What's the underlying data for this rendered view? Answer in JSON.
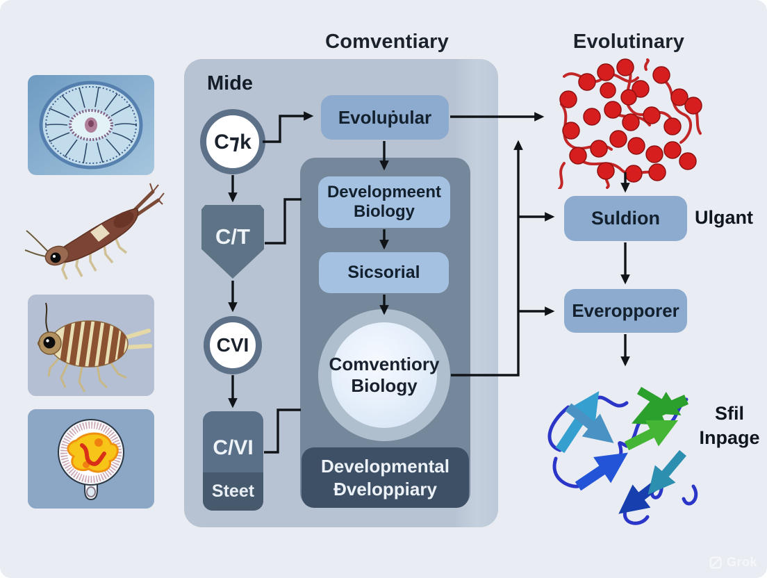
{
  "header": {
    "left_title": "Comventiary",
    "right_title": "Evolutinary"
  },
  "panel": {
    "mide_label": "Mide",
    "nodes": {
      "c1k": "C⁊k",
      "ct": "C/T",
      "cvi": "CVI",
      "cvi2": "C/VI",
      "steet": "Steet",
      "evolupular": "Evoluṗular",
      "devbio_line1": "Developmeent",
      "devbio_line2": "Biology",
      "sicsorial": "Sicsorial",
      "conv_line1": "Comventiory",
      "conv_line2": "Biology",
      "bottom_line1": "Developmental",
      "bottom_line2": "Ðveloppiary"
    }
  },
  "right_column": {
    "suldion": "Suldion",
    "ulgant": "Ulgant",
    "everopporer": "Everopporer",
    "sfil_line1": "Sfil",
    "sfil_line2": "Inpage"
  },
  "illustrations": {
    "medusa": "medusa-cross-section-illustration",
    "larva": "shrimp-larva-illustration",
    "striped_bug": "striped-insect-illustration",
    "embryo": "embryo-flask-illustration",
    "molecule": "red-bead-polymer-structure",
    "protein": "protein-ribbon-structure"
  },
  "watermark": {
    "label": "Grok"
  },
  "colors": {
    "page_bg": "#e9edf3",
    "main_panel": "#b7c3d2",
    "inner_panel": "#75879a",
    "box_light": "#a4c1e1",
    "box_mid": "#8cabce",
    "box_dark": "#3e5065",
    "shape_slate": "#5e7386",
    "arrow": "#101418",
    "molecule_red": "#d61e1e",
    "ribbon_green": "#2ca02c",
    "ribbon_blue": "#2353d6",
    "ribbon_cyan": "#35a0cf"
  }
}
